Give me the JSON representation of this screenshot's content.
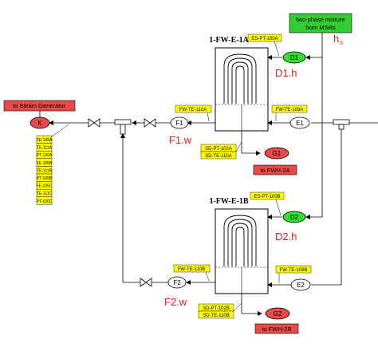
{
  "source_box": {
    "line1": "two-phase mixture",
    "line2": "from MSRs",
    "color": "#33cc33"
  },
  "hs_label": {
    "main": "h",
    "sub": "s"
  },
  "steam_gen_box": {
    "label": "to Steam Generator",
    "color": "#e84a4a"
  },
  "hx_a": {
    "title": "1-FW-E-1A",
    "pt_tag": "ES-PT-100A",
    "d_node": "D1",
    "d_label": "D1.h",
    "te_out_tag": "FW-TE-110A",
    "te_in_tag": "FW-TE-109A",
    "f_node": "F1",
    "f_label": "F1.w",
    "e_node": "E1",
    "drain_tags": [
      "SD-PT-102A",
      "SD-TE-110A"
    ],
    "g_node": "G1",
    "out_box": "to FWH-2A"
  },
  "hx_b": {
    "title": "1-FW-E-1B",
    "pt_tag": "ES-PT-100B",
    "d_node": "D2",
    "d_label": "D2.h",
    "te_out_tag": "FW-TE-110B",
    "te_in_tag": "FW-TE-109B",
    "f_node": "F2",
    "f_label": "F2.w",
    "e_node": "E2",
    "drain_tags": [
      "SD-PT-102B",
      "SD-TE-110B"
    ],
    "g_node": "G2",
    "out_box": "to FWH-2B"
  },
  "k_node": "K",
  "sg_tags": [
    "FE-105A",
    "TE-111A",
    "PT-100A",
    "FE-105B",
    "TE-111B",
    "PT-100B",
    "FE-105C",
    "TE-111C",
    "PT-100C"
  ],
  "colors": {
    "tag_fill": "#ffff00",
    "green_node": "#33dd33",
    "red_node": "#e84a4a"
  }
}
